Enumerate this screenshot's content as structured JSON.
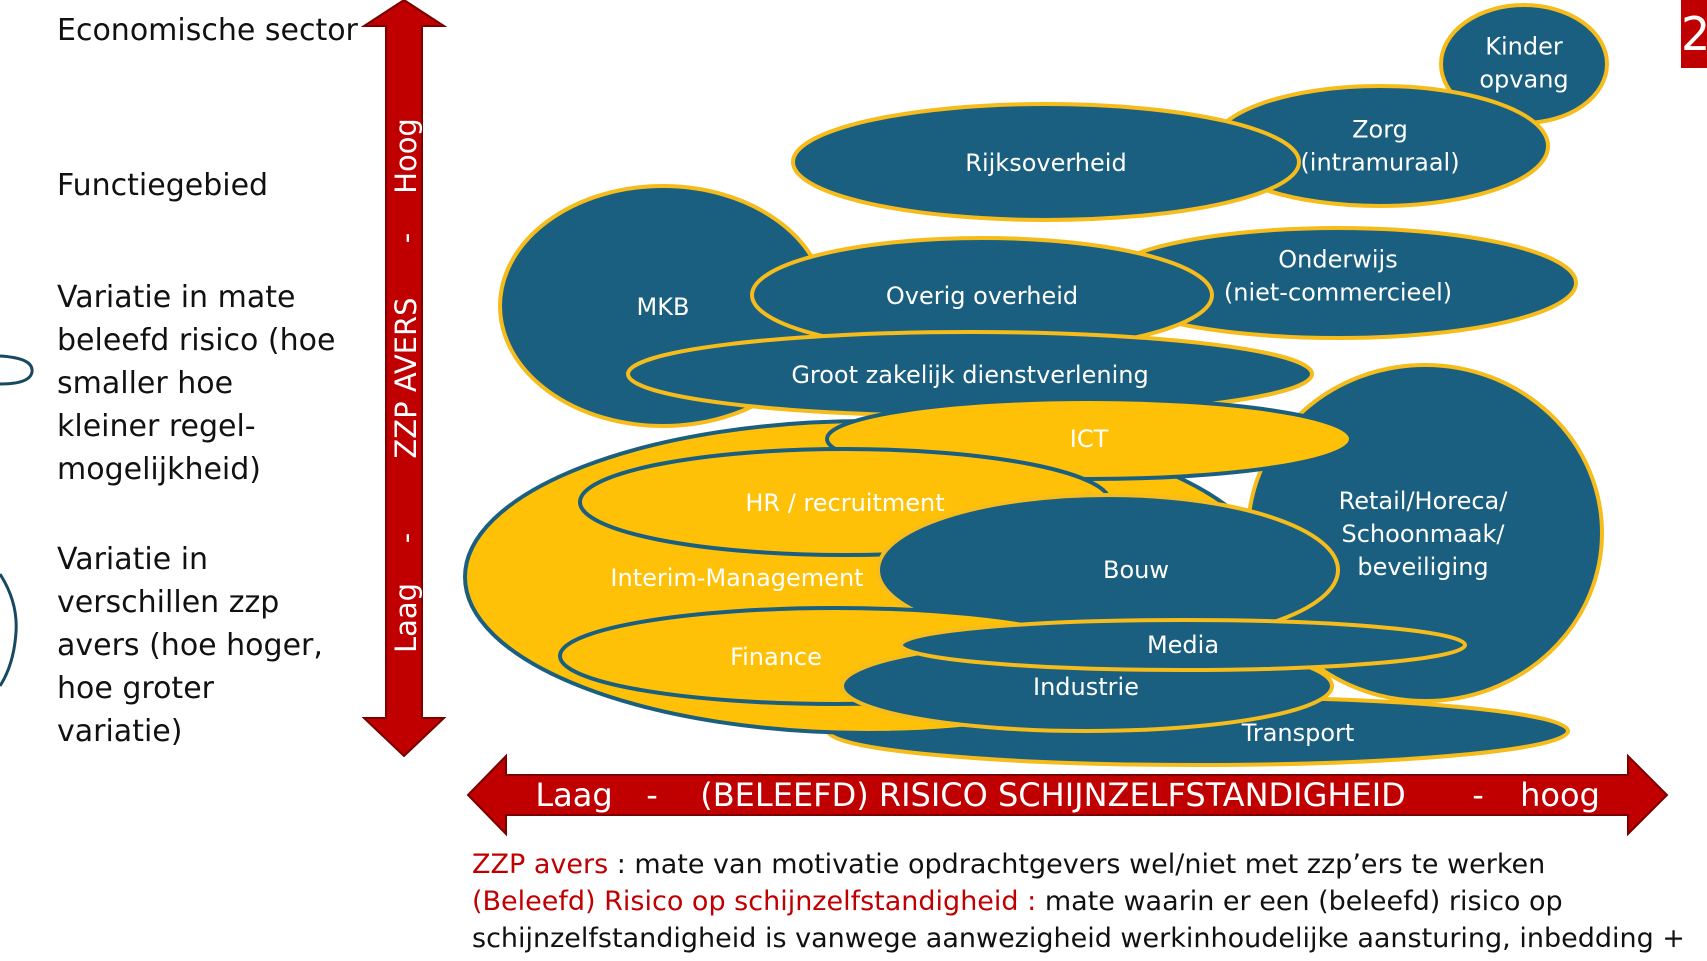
{
  "legend": {
    "sector_label": "Economische sector",
    "function_label": "Functiegebied",
    "risk_variation_label": "Variatie in mate beleefd risico (hoe smaller hoe kleiner regel-mogelijkheid)",
    "avers_variation_label": "Variatie in verschillen zzp avers (hoe hoger, hoe groter variatie)"
  },
  "y_axis": {
    "low": "Laag",
    "sep1": "-",
    "title": "ZZP AVERS",
    "sep2": "-",
    "high": "Hoog"
  },
  "x_axis": {
    "low": "Laag",
    "sep1": "-",
    "title": "(BELEEFD) RISICO SCHIJNZELFSTANDIGHEID",
    "sep2": "-",
    "high": "hoog"
  },
  "sectors": {
    "kinderopvang": [
      "Kinder",
      "opvang"
    ],
    "zorg": [
      "Zorg",
      "(intramuraal)"
    ],
    "rijksoverheid": [
      "Rijksoverheid"
    ],
    "onderwijs": [
      "Onderwijs",
      "(niet-commercieel)"
    ],
    "mkb": [
      "MKB"
    ],
    "overig_overheid": [
      "Overig overheid"
    ],
    "groot_zakelijk": [
      "Groot zakelijk dienstverlening"
    ],
    "retail": [
      "Retail/Horeca/",
      "Schoonmaak/",
      "beveiliging"
    ],
    "bouw": [
      "Bouw"
    ],
    "media": [
      "Media"
    ],
    "industrie": [
      "Industrie"
    ],
    "transport": [
      "Transport"
    ]
  },
  "functions": {
    "ict": [
      "ICT"
    ],
    "hr": [
      "HR / recruitment"
    ],
    "interim": [
      "Interim-Management"
    ],
    "finance": [
      "Finance"
    ]
  },
  "definitions": {
    "avers_term": "ZZP avers",
    "avers_text": " : mate van motivatie opdrachtgevers  wel/niet met zzp’ers te werken",
    "risk_term": "(Beleefd) Risico op schijnzelfstandigheid : ",
    "risk_text": " mate waarin er een (beleefd) risico op schijnzelfstandigheid is vanwege aanwezigheid werkinhoudelijke aansturing, inbedding +"
  },
  "corner_mark": "2",
  "colors": {
    "sector_fill": "#1a5f7f",
    "function_fill": "#fec107",
    "outline": "#f5bc1b",
    "arrow": "#c00000"
  }
}
